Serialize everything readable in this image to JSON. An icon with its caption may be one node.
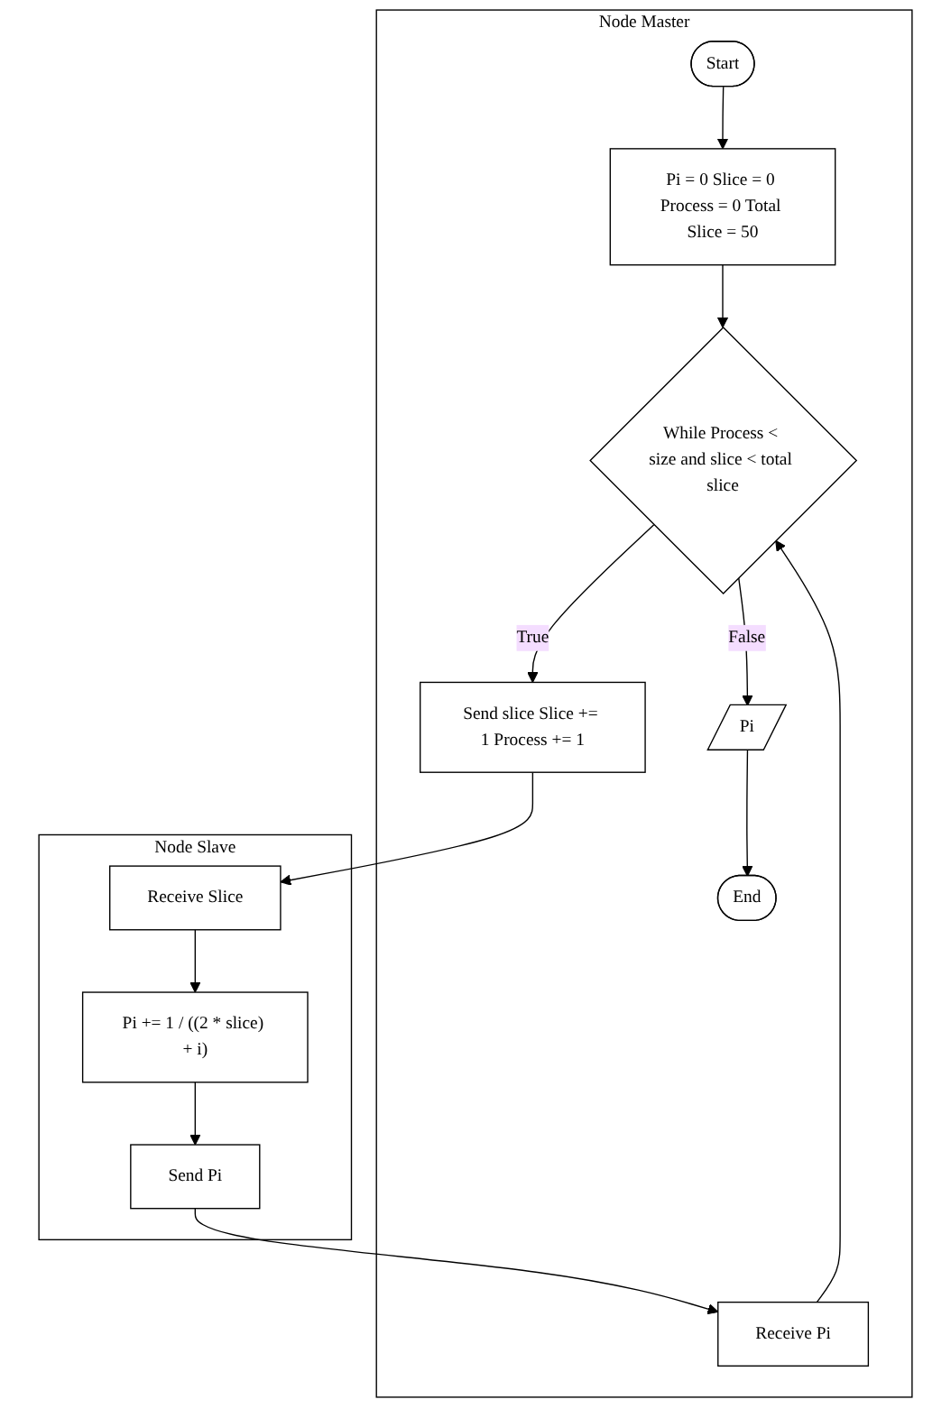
{
  "diagram": {
    "nodes": [
      {
        "text": [
          "Node Master"
        ]
      },
      {
        "text": [
          "Node Slave"
        ]
      },
      {
        "text": [
          "Start"
        ],
        "in": 0
      },
      {
        "text": [
          "Pi = 0 Slice = 0 Process = 0 Total Slice = 50"
        ],
        "in": 0
      },
      {
        "text": [
          "While Process < size and slice < total slice"
        ],
        "in": 0
      },
      {
        "text": [
          "Send slice Slice += 1 Process += 1"
        ],
        "in": 0
      },
      {
        "text": [
          "Receive Pi"
        ],
        "in": 0
      },
      {
        "text": [
          "Pi"
        ],
        "in": 0
      },
      {
        "text": [
          "End"
        ],
        "in": 0
      },
      {
        "text": [
          "Receive Slice"
        ],
        "in": 1
      },
      {
        "text": [
          "Pi += 1 / ((2 * slice) + i)"
        ],
        "in": 1
      },
      {
        "text": [
          "Send Pi"
        ],
        "in": 1
      }
    ],
    "edges": [
      {
        "from": 2,
        "to": 3,
        "arrow": "to"
      },
      {
        "from": 3,
        "to": 4,
        "arrow": "to"
      },
      {
        "from": 4,
        "to": 5,
        "arrow": "to",
        "label": "True"
      },
      {
        "from": 4,
        "to": 7,
        "arrow": "to",
        "label": "False"
      },
      {
        "from": 5,
        "to": 9,
        "arrow": "to"
      },
      {
        "from": 9,
        "to": 10,
        "arrow": "to"
      },
      {
        "from": 10,
        "to": 11,
        "arrow": "to"
      },
      {
        "from": 11,
        "to": 6,
        "arrow": "to"
      },
      {
        "from": 6,
        "to": 4,
        "arrow": "to"
      },
      {
        "from": 7,
        "to": 8,
        "arrow": "to"
      }
    ]
  }
}
